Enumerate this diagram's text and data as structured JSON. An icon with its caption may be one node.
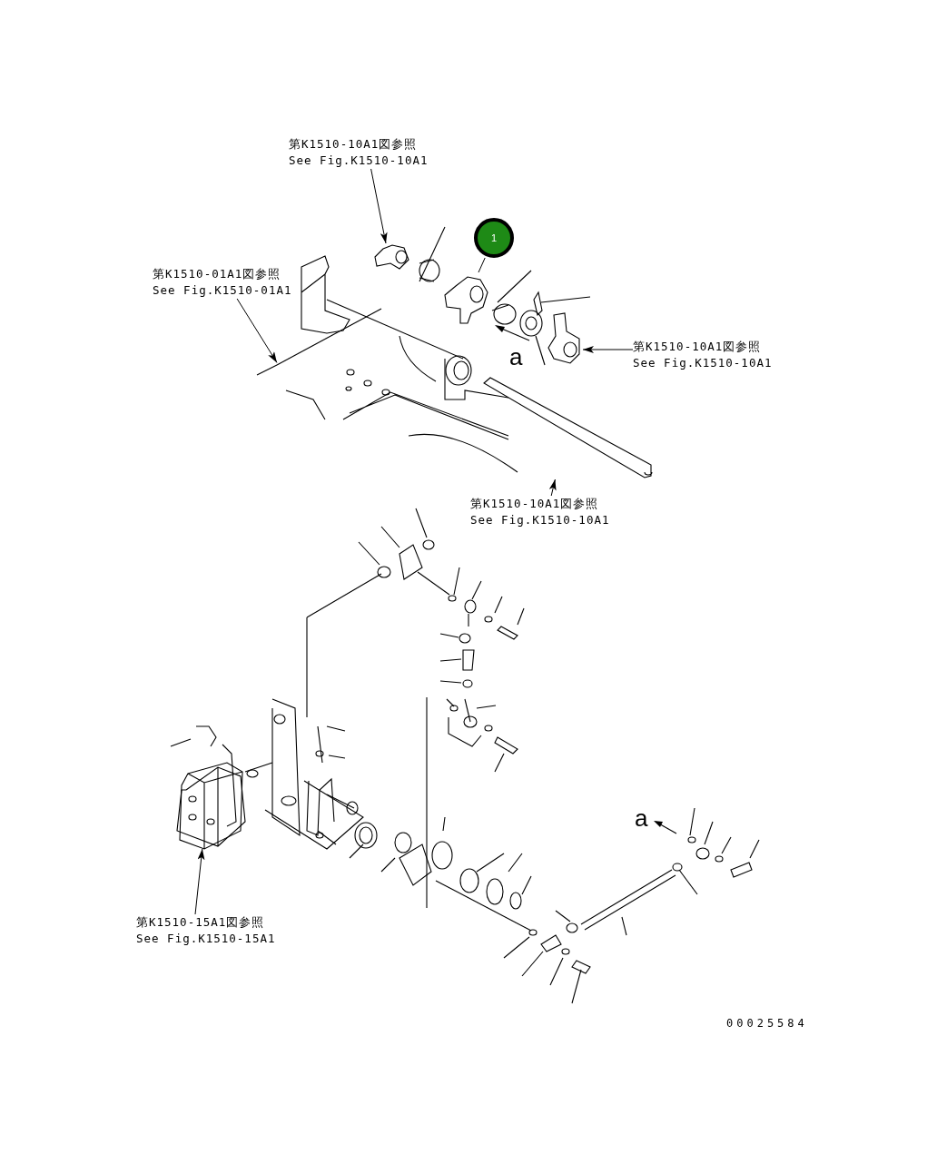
{
  "diagram": {
    "nodes": [
      {
        "text": [
          "第K1510-10A1図参照",
          "See Fig.K1510-10A1"
        ]
      },
      {
        "text": [
          "第K1510-01A1図参照",
          "See Fig.K1510-01A1"
        ]
      },
      {
        "text": [
          "第K1510-10A1図参照",
          "See Fig.K1510-10A1"
        ]
      },
      {
        "text": [
          "第K1510-10A1図参照",
          "See Fig.K1510-10A1"
        ]
      },
      {
        "text": [
          "第K1510-15A1図参照",
          "See Fig.K1510-15A1"
        ]
      },
      {
        "text": [
          "1"
        ]
      },
      {
        "text": [],
        "shape": "picture"
      },
      {
        "text": [],
        "shape": "picture"
      },
      {
        "text": [],
        "shape": "picture"
      },
      {
        "text": [],
        "shape": "picture"
      },
      {
        "text": [],
        "shape": "picture"
      },
      {
        "text": [],
        "shape": "picture"
      }
    ],
    "edges": [
      {
        "from": 0,
        "to": 6,
        "arrow": "to"
      },
      {
        "from": 1,
        "to": 7,
        "arrow": "to"
      },
      {
        "from": 2,
        "to": 8,
        "arrow": "to"
      },
      {
        "from": 3,
        "to": 9,
        "arrow": "to"
      },
      {
        "from": 4,
        "to": 10,
        "arrow": "to"
      },
      {
        "from": 5,
        "to": 11,
        "arrow": "none"
      }
    ],
    "labels": [
      "a",
      "a",
      "00025584"
    ]
  }
}
